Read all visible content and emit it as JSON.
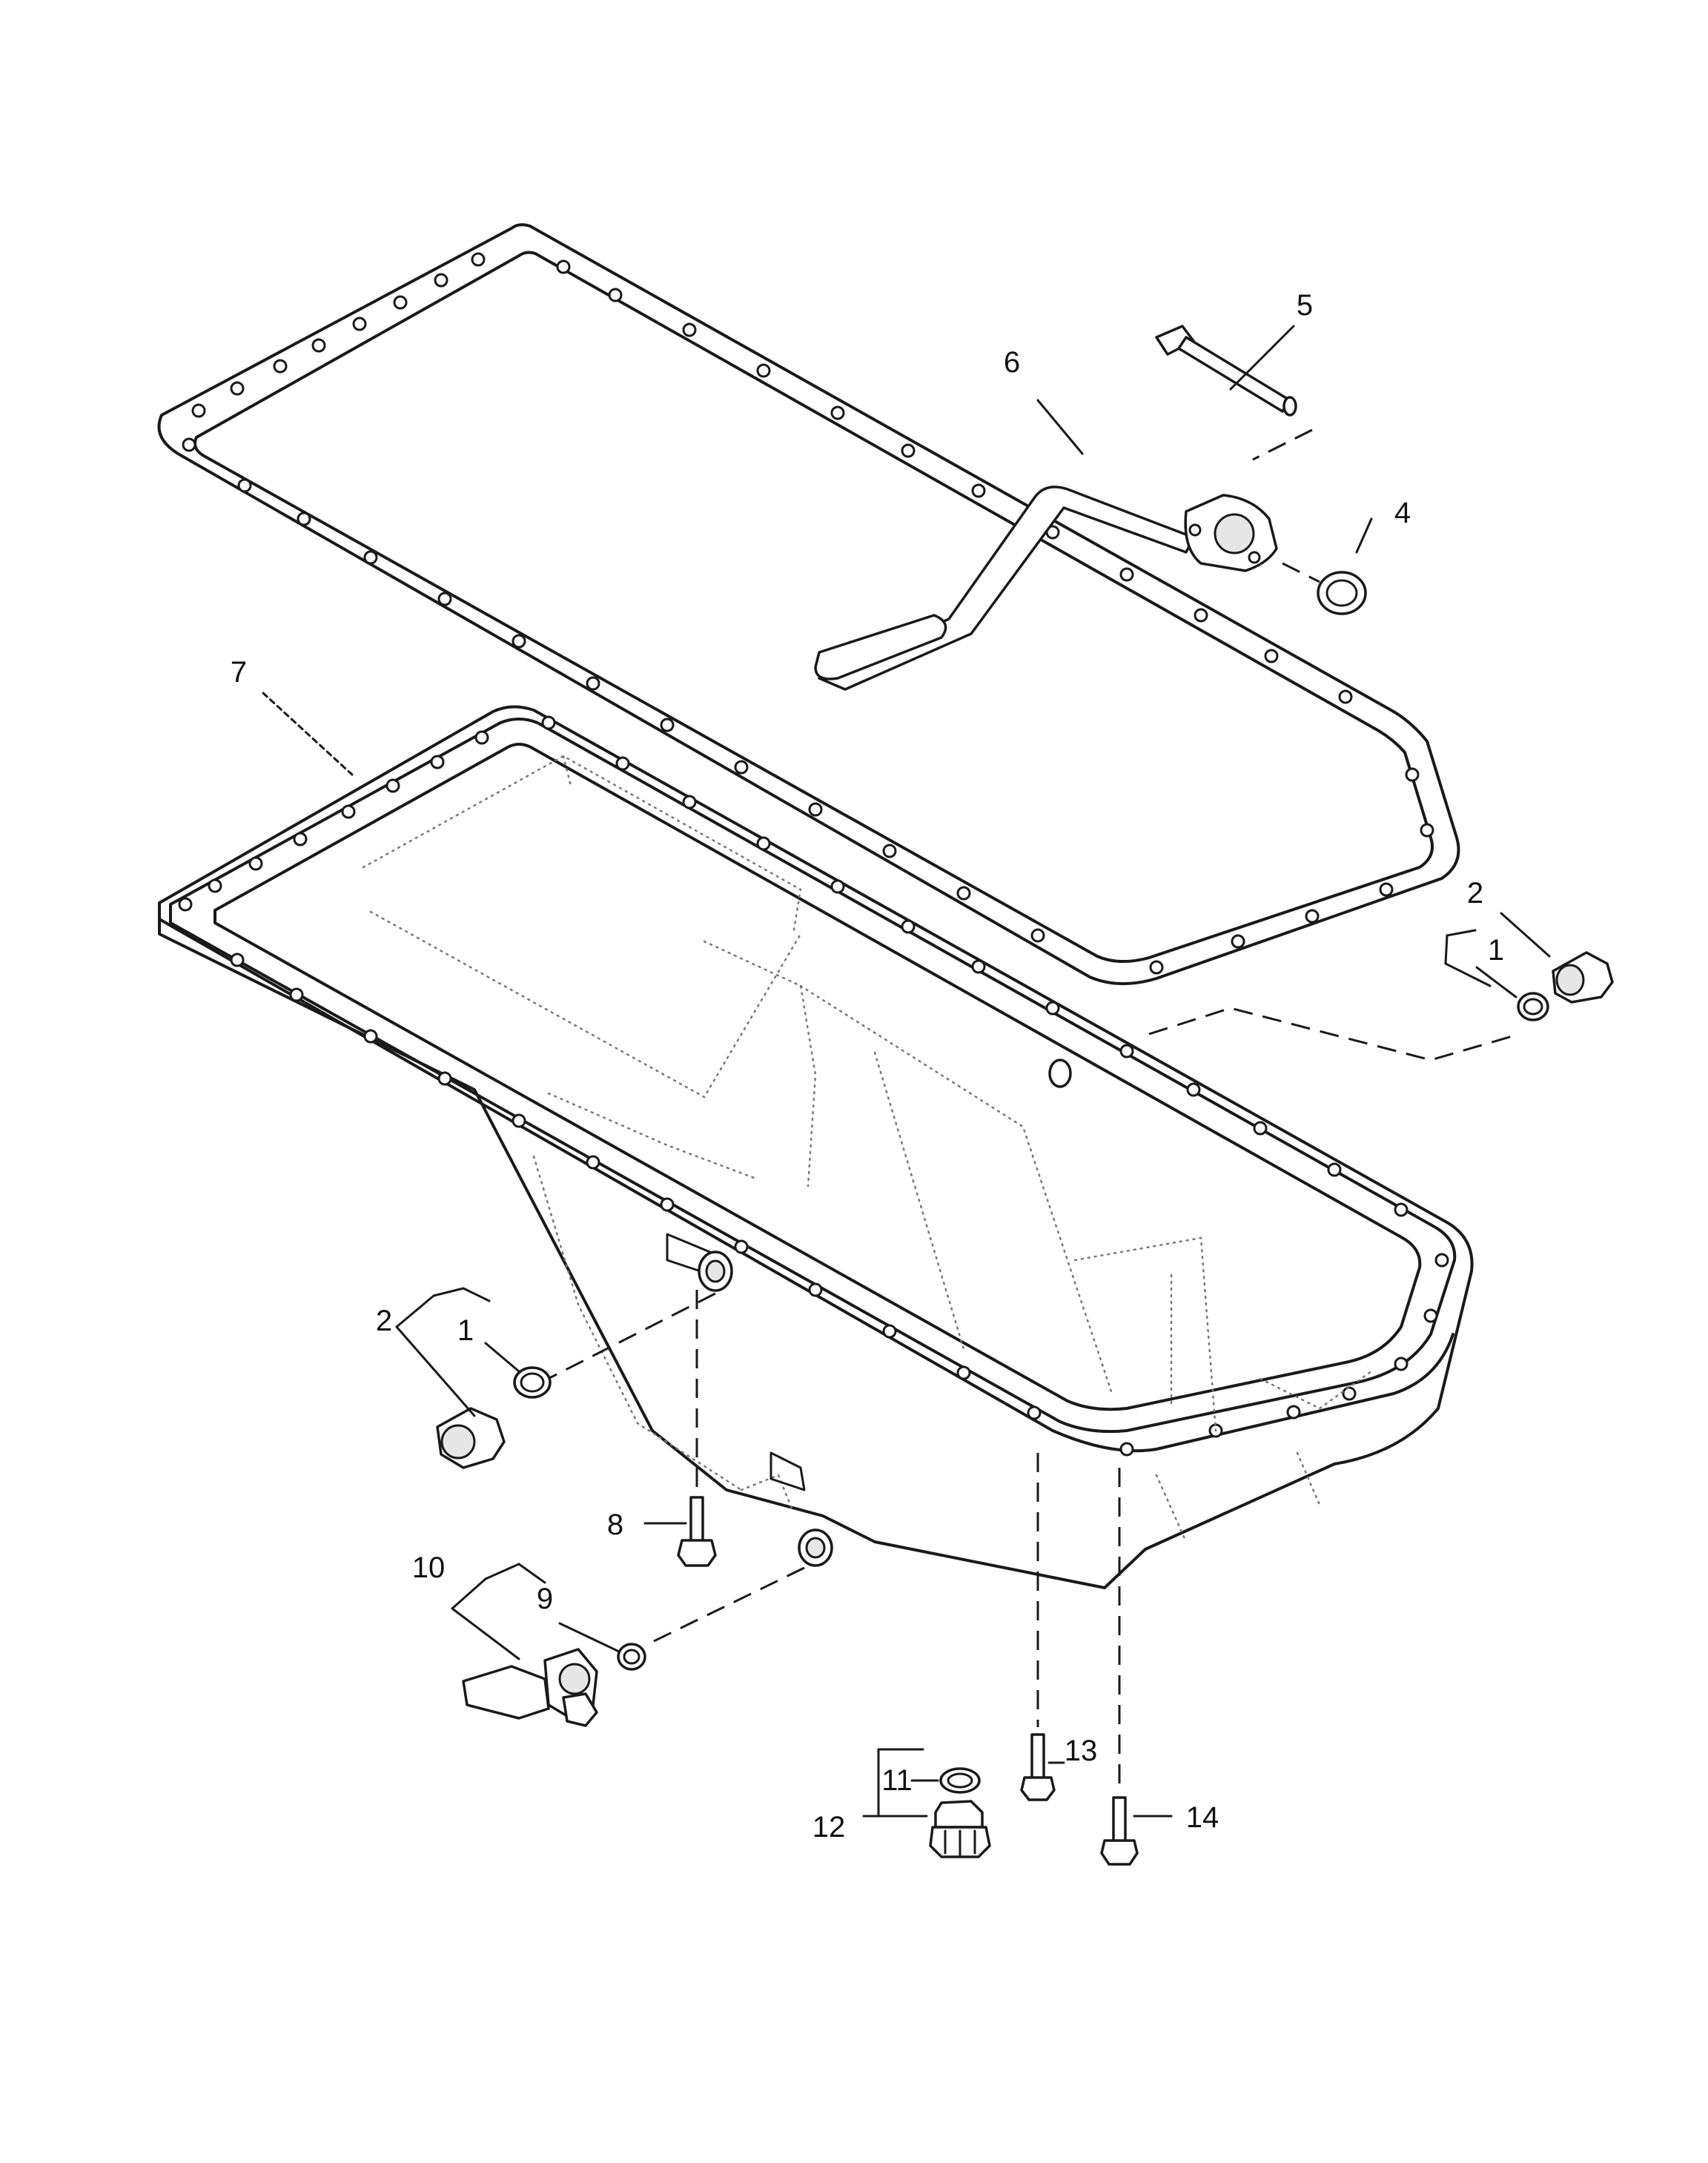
{
  "callouts": {
    "c1a": "1",
    "c1b": "1",
    "c2a": "2",
    "c2b": "2",
    "c4": "4",
    "c5": "5",
    "c6": "6",
    "c7": "7",
    "c8": "8",
    "c9": "9",
    "c10": "10",
    "c11": "11",
    "c12": "12",
    "c13": "13",
    "c14": "14"
  }
}
